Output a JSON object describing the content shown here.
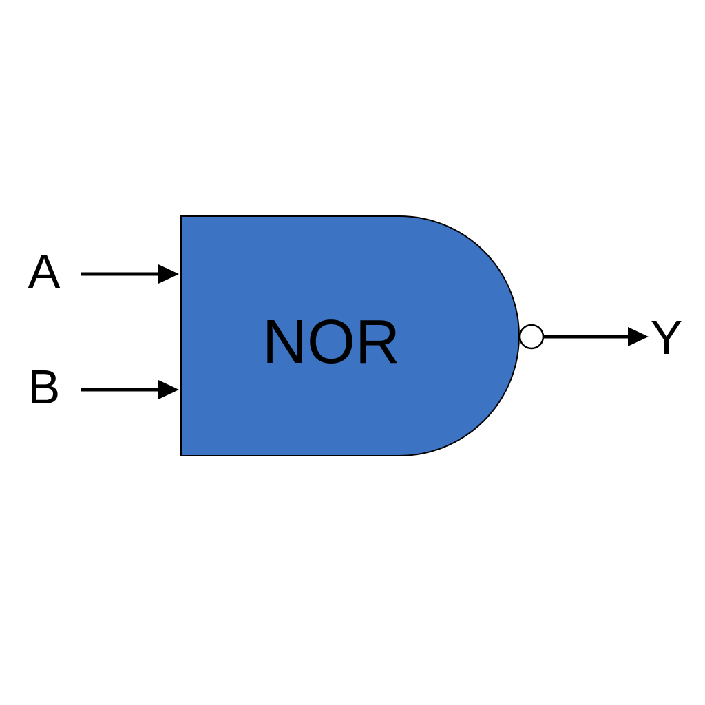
{
  "gate": {
    "label": "NOR",
    "fill_color": "#3c73c3",
    "stroke_color": "#000000"
  },
  "inputs": [
    {
      "label": "A"
    },
    {
      "label": "B"
    }
  ],
  "output": {
    "label": "Y"
  },
  "colors": {
    "wire": "#000000",
    "bubble_fill": "#ffffff",
    "background": "#ffffff"
  }
}
